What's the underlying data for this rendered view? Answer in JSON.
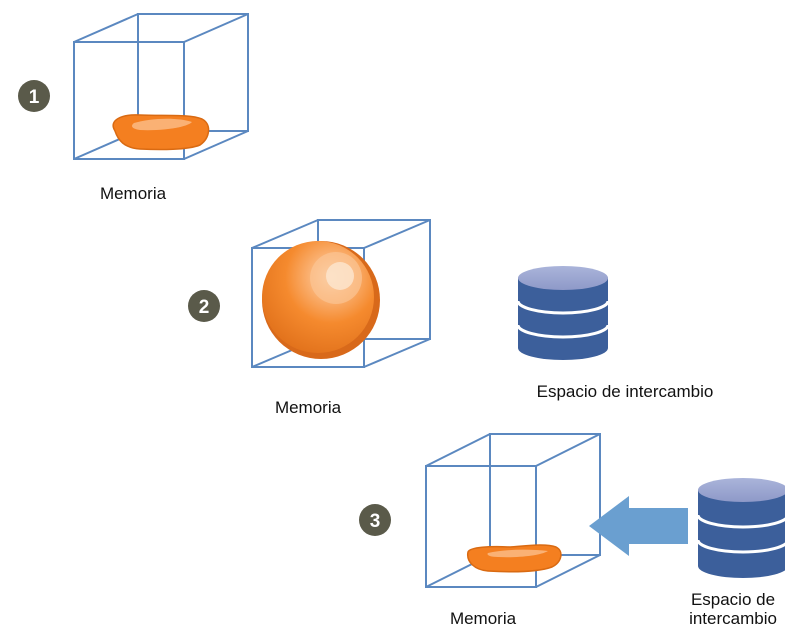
{
  "steps": [
    {
      "number": "1",
      "memory_label": "Memoria"
    },
    {
      "number": "2",
      "memory_label": "Memoria",
      "swap_label": "Espacio de intercambio"
    },
    {
      "number": "3",
      "memory_label": "Memoria",
      "swap_label_line1": "Espacio de",
      "swap_label_line2": "intercambio"
    }
  ],
  "colors": {
    "cube_edge": "#5b88c0",
    "badge": "#5a5a4a",
    "blob_orange": "#f47f20",
    "database_blue": "#3c5f9b",
    "arrow_blue": "#6a9fd0"
  }
}
